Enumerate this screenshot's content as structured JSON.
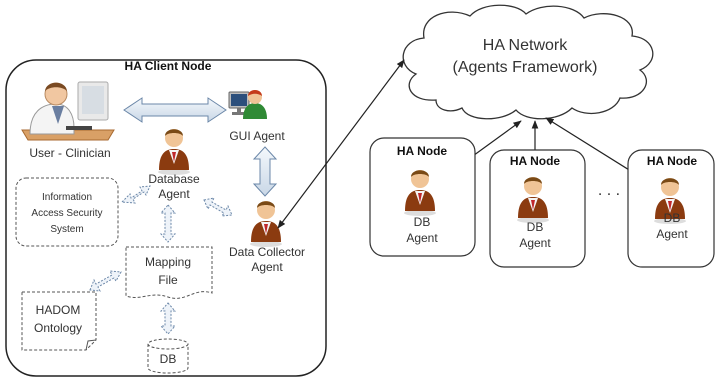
{
  "client_node": {
    "title": "HA Client Node",
    "user_label": "User - Clinician",
    "gui_agent_label": "GUI Agent",
    "database_agent": {
      "line1": "Database",
      "line2": "Agent"
    },
    "info_security": {
      "line1": "Information",
      "line2": "Access Security",
      "line3": "System"
    },
    "mapping_file": {
      "line1": "Mapping",
      "line2": "File"
    },
    "data_collector": {
      "line1": "Data Collector",
      "line2": "Agent"
    },
    "hadom": {
      "line1": "HADOM",
      "line2": "Ontology"
    },
    "db_label": "DB"
  },
  "network": {
    "line1": "HA Network",
    "line2": "(Agents Framework)"
  },
  "ha_nodes": [
    {
      "title": "HA Node",
      "agent_line1": "DB",
      "agent_line2": "Agent"
    },
    {
      "title": "HA Node",
      "agent_line1": "DB",
      "agent_line2": "Agent"
    },
    {
      "title": "HA Node",
      "agent_line1": "DB",
      "agent_line2": "Agent"
    }
  ],
  "ellipsis": ". . ."
}
